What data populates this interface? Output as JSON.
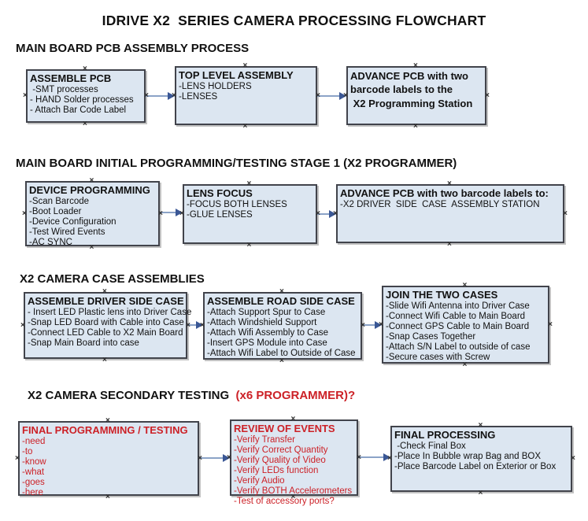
{
  "title": "IDRIVE X2  SERIES CAMERA PROCESSING FLOWCHART",
  "colors": {
    "box_fill": "#dce6f1",
    "box_border": "#41434b",
    "highlight_red": "#cc2127",
    "arrow_line": "#8ba3c7",
    "arrow_head": "#3a5795",
    "text": "#111111"
  },
  "sections": [
    {
      "heading": "MAIN BOARD PCB ASSEMBLY PROCESS",
      "boxes": [
        {
          "title": "ASSEMBLE PCB",
          "items": [
            " -SMT processes",
            "- HAND Solder processes",
            "- Attach Bar Code Label"
          ]
        },
        {
          "title": "TOP LEVEL ASSEMBLY",
          "items": [
            "-LENS HOLDERS",
            "-LENSES"
          ]
        },
        {
          "title": "ADVANCE PCB with two",
          "items": [
            "barcode labels to the",
            " X2 Programming Station"
          ]
        }
      ]
    },
    {
      "heading": "MAIN BOARD INITIAL PROGRAMMING/TESTING STAGE 1 (X2 PROGRAMMER)",
      "boxes": [
        {
          "title": "DEVICE PROGRAMMING",
          "items": [
            "-Scan Barcode",
            "-Boot Loader",
            "-Device Configuration",
            "-Test Wired Events",
            "-AC SYNC"
          ]
        },
        {
          "title": "LENS FOCUS",
          "items": [
            "-FOCUS BOTH LENSES",
            "-GLUE LENSES"
          ]
        },
        {
          "title": "ADVANCE PCB with two barcode labels to:",
          "items": [
            "-X2 DRIVER  SIDE  CASE  ASSEMBLY STATION"
          ]
        }
      ]
    },
    {
      "heading": "X2 CAMERA CASE ASSEMBLIES",
      "boxes": [
        {
          "title": "ASSEMBLE DRIVER SIDE CASE",
          "items": [
            "- Insert LED Plastic lens into Driver Case",
            "-Snap LED Board with Cable into Case",
            "-Connect LED Cable to X2 Main Board",
            "-Snap Main Board into case"
          ]
        },
        {
          "title": "ASSEMBLE ROAD SIDE CASE",
          "items": [
            "-Attach Support Spur to Case",
            "-Attach Windshield Support",
            "-Attach Wifi Assembly to Case",
            "-Insert GPS Module into Case",
            "-Attach Wifi Label to Outside of Case"
          ]
        },
        {
          "title": "JOIN THE TWO CASES",
          "items": [
            "-Slide Wifi Antenna into Driver Case",
            "-Connect Wifi Cable to Main Board",
            "-Connect GPS Cable to Main Board",
            "-Snap Cases Together",
            "-Attach S/N Label to outside of case",
            "-Secure cases with Screw"
          ]
        }
      ]
    },
    {
      "heading": "X2 CAMERA SECONDARY TESTING ",
      "heading_red": " (x6 PROGRAMMER)?",
      "boxes": [
        {
          "title": "FINAL PROGRAMMING / TESTING",
          "items": [
            "-need",
            "-to",
            "-know",
            "-what",
            "-goes",
            "-here"
          ]
        },
        {
          "title": "REVIEW OF EVENTS",
          "items": [
            "-Verify Transfer",
            "-Verify Correct Quantity",
            "-Verify Quality of Video",
            "-Verify LEDs function",
            "-Verify Audio",
            "-Verify BOTH Accelerometers",
            "-Test of accessory ports?"
          ]
        },
        {
          "title": "FINAL PROCESSING",
          "items": [
            " -Check Final Box",
            "-Place In Bubble wrap Bag and BOX",
            "-Place Barcode Label on Exterior or Box"
          ]
        }
      ]
    }
  ]
}
